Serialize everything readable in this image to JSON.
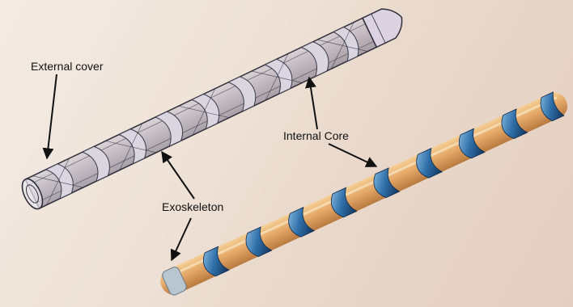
{
  "labels": {
    "external_cover": "External cover",
    "internal_core": "Internal Core",
    "exoskeleton": "Exoskeleton"
  },
  "colors": {
    "background": "#efe3d8",
    "cover_outline": "#2f2f3a",
    "cover_fill": "#9c97ad",
    "core_fill": "#e2a96a",
    "blade_fill": "#2f6fa8",
    "arrow": "#111111"
  }
}
